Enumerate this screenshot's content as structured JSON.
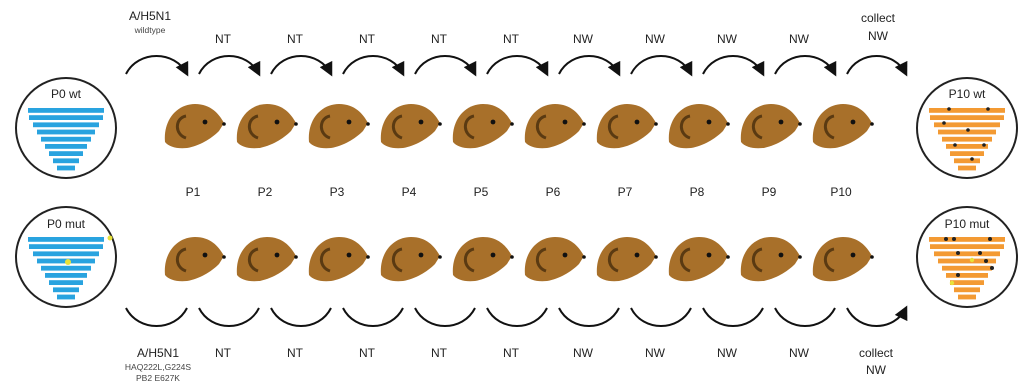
{
  "top_row": {
    "inoculum_label": "A/H5N1",
    "inoculum_sub": "wildtype",
    "transfer_labels": [
      "NT",
      "NT",
      "NT",
      "NT",
      "NT",
      "NW",
      "NW",
      "NW",
      "NW"
    ],
    "collect_line1": "collect",
    "collect_line2": "NW"
  },
  "bottom_row": {
    "inoculum_label": "A/H5N1",
    "inoculum_sub1": "HAQ222L,G224S",
    "inoculum_sub2": "PB2 E627K",
    "transfer_labels": [
      "NT",
      "NT",
      "NT",
      "NT",
      "NT",
      "NW",
      "NW",
      "NW",
      "NW"
    ],
    "collect_line1": "collect",
    "collect_line2": "NW"
  },
  "passages": [
    "P1",
    "P2",
    "P3",
    "P4",
    "P5",
    "P6",
    "P7",
    "P8",
    "P9",
    "P10"
  ],
  "circles": {
    "p0_wt": "P0 wt",
    "p0_mut": "P0 mut",
    "p10_wt": "P10 wt",
    "p10_mut": "P10 mut"
  },
  "colors": {
    "input_bars": "#29a3df",
    "output_bars": "#f39a33",
    "ferret": "#a8702a",
    "mutation_dot": "#e8e23a",
    "arrow": "#111111"
  }
}
